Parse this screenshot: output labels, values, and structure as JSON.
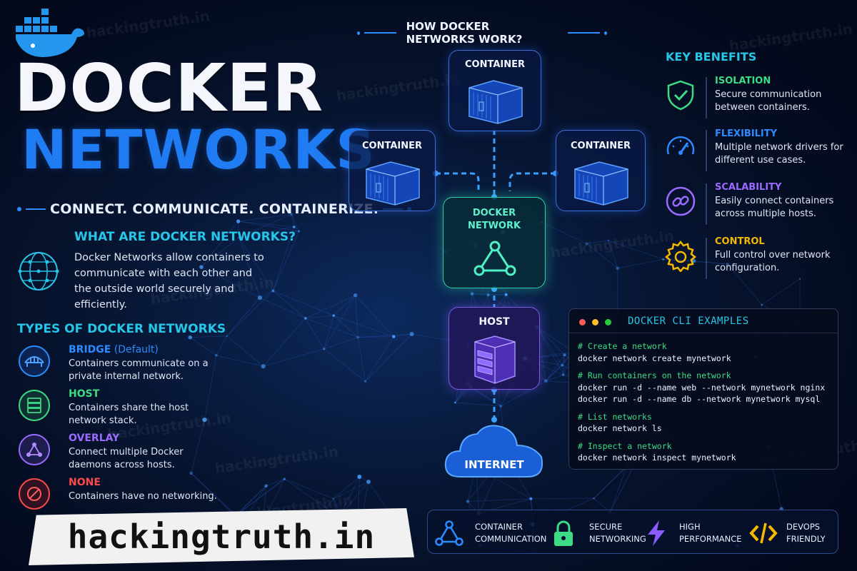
{
  "watermark": "hackingtruth.in",
  "title": {
    "line1": "DOCKER",
    "line2": "NETWORKS",
    "tagline": "CONNECT. COMMUNICATE. CONTAINERIZE."
  },
  "what": {
    "heading": "WHAT ARE DOCKER NETWORKS?",
    "body": "Docker Networks allow containers to communicate with each other and the outside world securely and efficiently."
  },
  "types": {
    "heading": "TYPES OF DOCKER NETWORKS",
    "items": [
      {
        "name": "BRIDGE",
        "suffix": " (Default)",
        "desc": "Containers communicate on a private internal network.",
        "color": "#2b8cff",
        "icon": "bridge-icon"
      },
      {
        "name": "HOST",
        "suffix": "",
        "desc": "Containers share the host network stack.",
        "color": "#3ddc84",
        "icon": "server-icon"
      },
      {
        "name": "OVERLAY",
        "suffix": "",
        "desc": "Connect multiple Docker daemons across hosts.",
        "color": "#9b6bff",
        "icon": "overlay-icon"
      },
      {
        "name": "NONE",
        "suffix": "",
        "desc": "Containers have no networking.",
        "color": "#ff4a4a",
        "icon": "no-network-icon"
      }
    ]
  },
  "brand": "hackingtruth.in",
  "diagram": {
    "heading": "HOW DOCKER NETWORKS WORK?",
    "container_top": "CONTAINER",
    "container_left": "CONTAINER",
    "container_right": "CONTAINER",
    "network_line1": "DOCKER",
    "network_line2": "NETWORK",
    "host": "HOST",
    "internet": "INTERNET"
  },
  "benefits": {
    "heading": "KEY BENEFITS",
    "items": [
      {
        "name": "ISOLATION",
        "desc": "Secure communication between containers.",
        "color": "#3ddc84",
        "icon": "shield-check-icon"
      },
      {
        "name": "FLEXIBILITY",
        "desc": "Multiple network drivers for different use cases.",
        "color": "#2b8cff",
        "icon": "speedometer-icon"
      },
      {
        "name": "SCALABILITY",
        "desc": "Easily connect containers across multiple hosts.",
        "color": "#9b6bff",
        "icon": "link-icon"
      },
      {
        "name": "CONTROL",
        "desc": "Full control over network configuration.",
        "color": "#f5b800",
        "icon": "gear-icon"
      }
    ]
  },
  "cli": {
    "title": "DOCKER CLI EXAMPLES",
    "c1": "# Create a network",
    "k1": "docker network create mynetwork",
    "c2": "# Run containers on the network",
    "k2a": "docker run -d --name web --network mynetwork nginx",
    "k2b": "docker run -d --name db --network mynetwork mysql",
    "c3": "# List networks",
    "k3": "docker network ls",
    "c4": "# Inspect a network",
    "k4": "docker network inspect mynetwork"
  },
  "features": [
    {
      "l1": "CONTAINER",
      "l2": "COMMUNICATION",
      "icon": "network-triangle-icon",
      "color": "#2b8cff"
    },
    {
      "l1": "SECURE",
      "l2": "NETWORKING",
      "icon": "lock-icon",
      "color": "#3ddc84"
    },
    {
      "l1": "HIGH",
      "l2": "PERFORMANCE",
      "icon": "lightning-icon",
      "color": "#8a5cff"
    },
    {
      "l1": "DEVOPS",
      "l2": "FRIENDLY",
      "icon": "code-icon",
      "color": "#f5b800"
    }
  ]
}
